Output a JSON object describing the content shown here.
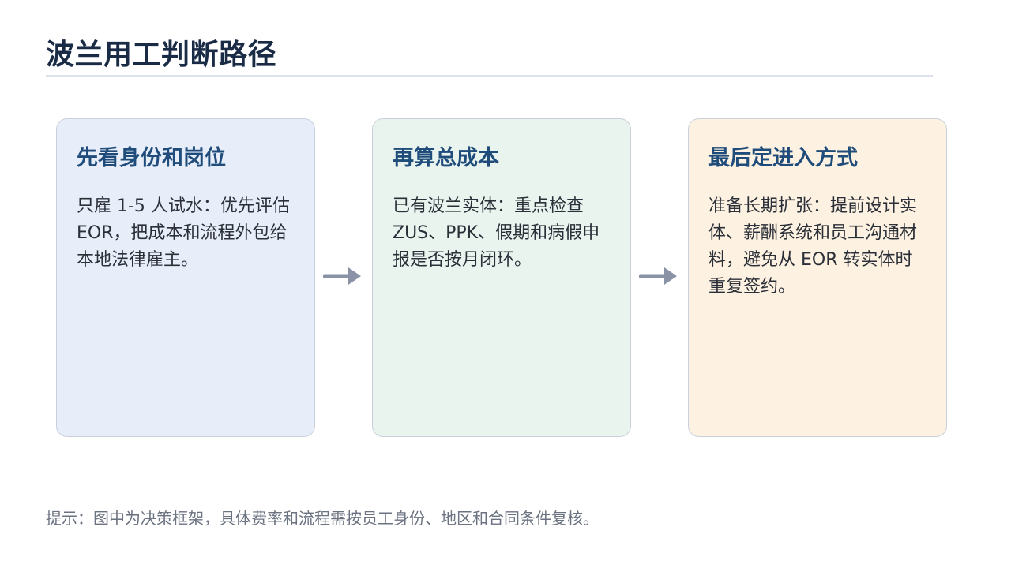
{
  "title": "波兰用工判断路径",
  "steps": [
    {
      "title": "先看身份和岗位",
      "body": "只雇 1-5 人试水：优先评估 EOR，把成本和流程外包给本地法律雇主。"
    },
    {
      "title": "再算总成本",
      "body": "已有波兰实体：重点检查 ZUS、PPK、假期和病假申报是否按月闭环。"
    },
    {
      "title": "最后定进入方式",
      "body": "准备长期扩张：提前设计实体、薪酬系统和员工沟通材料，避免从 EOR 转实体时重复签约。"
    }
  ],
  "note": "提示：图中为决策框架，具体费率和流程需按员工身份、地区和合同条件复核。",
  "colors": {
    "title": "#1a2b45",
    "card_title": "#1f4c7a",
    "card_1_bg": "#e7eef9",
    "card_2_bg": "#e9f4ef",
    "card_3_bg": "#fdf2e2",
    "arrow": "#8a93a6"
  }
}
